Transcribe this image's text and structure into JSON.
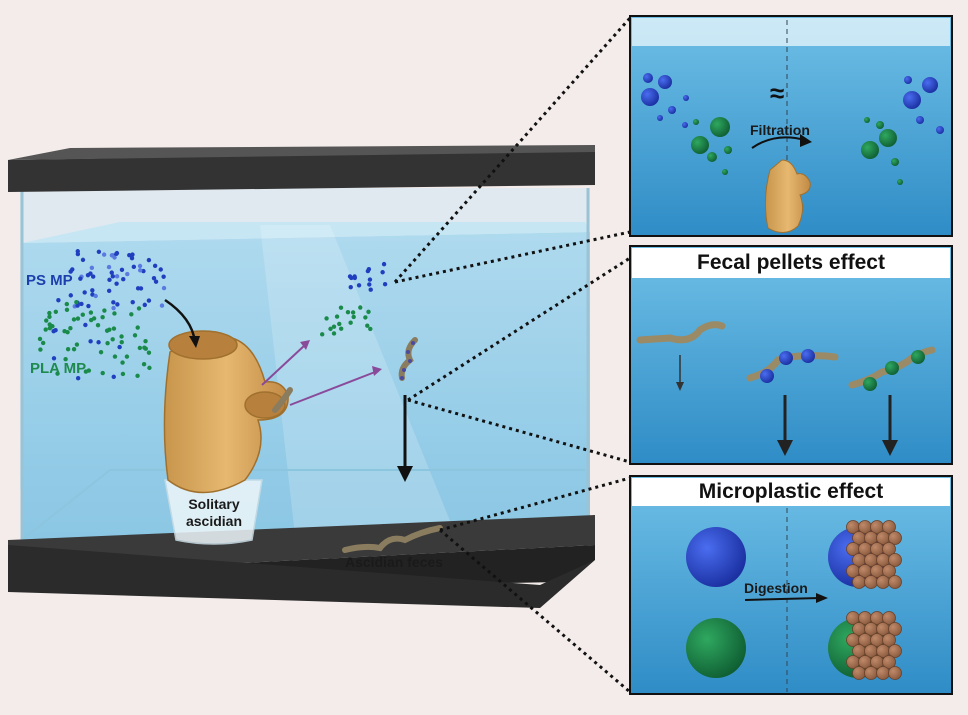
{
  "tank": {
    "ps_label": "PS MP",
    "pla_label": "PLA MP",
    "ascidian_label_1": "Solitary",
    "ascidian_label_2": "ascidian",
    "feces_label": "Ascidian feces"
  },
  "panels": {
    "filtration": {
      "approx_symbol": "≈",
      "action_label": "Filtration"
    },
    "fecal": {
      "title": "Fecal pellets effect"
    },
    "microplastic": {
      "title": "Microplastic effect",
      "action_label": "Digestion"
    }
  },
  "colors": {
    "ps_blue": "#1f3fbf",
    "pla_green": "#1a8a4a",
    "water": "#5fb3da",
    "ascidian": "#d9a860",
    "feces": "#9a8a66",
    "frame": "#3a3a3a"
  }
}
